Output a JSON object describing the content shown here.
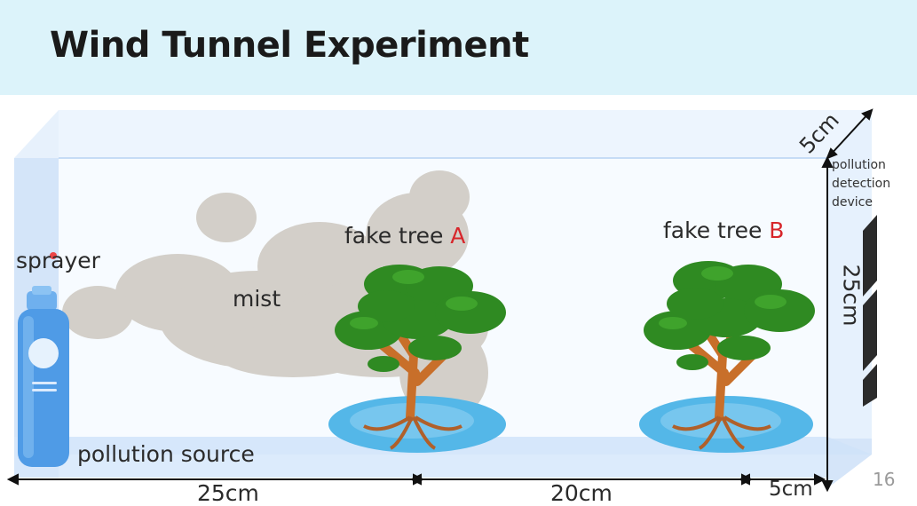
{
  "header": {
    "title": "Wind Tunnel Experiment"
  },
  "labels": {
    "sprayer": "sprayer",
    "mist": "mist",
    "tree_a_prefix": "fake tree ",
    "tree_a_letter": "A",
    "tree_b_prefix": "fake tree ",
    "tree_b_letter": "B",
    "pollution_source": "pollution source",
    "device_line1": "pollution",
    "device_line2": "detection",
    "device_line3": "device"
  },
  "dimensions": {
    "left_span": "25cm",
    "mid_span": "20cm",
    "right_span": "5cm",
    "height": "25cm",
    "depth": "5cm"
  },
  "slide": {
    "number": "16"
  },
  "colors": {
    "header_bg": "#dcf3fa",
    "tunnel": "#d6e7fb",
    "mist": "#d3cfc9",
    "canopy": "#2f8a22",
    "trunk": "#c86f2a",
    "water": "#54b7e8",
    "bottle": "#4f9be6",
    "device": "#2b2b2b",
    "highlight_letter": "#d7262b"
  }
}
